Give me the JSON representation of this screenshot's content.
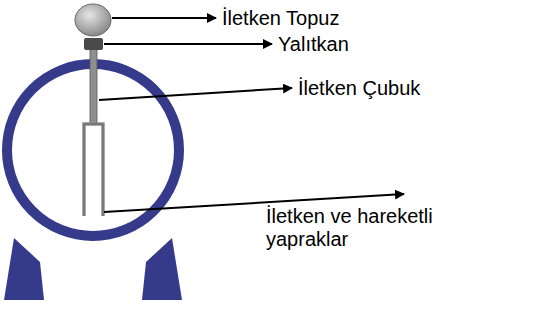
{
  "diagram": {
    "labels": [
      "İletken Topuz",
      "Yalıtkan",
      "İletken Çubuk",
      "İletken ve hareketli yapraklar"
    ]
  }
}
